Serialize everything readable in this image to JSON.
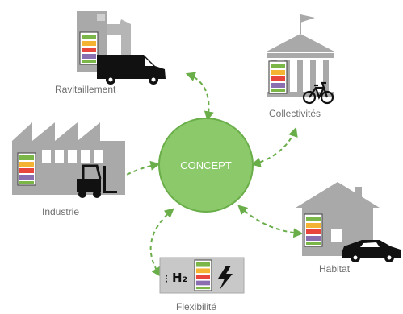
{
  "center": {
    "label": "CONCEPT",
    "fill": "#8cc96a",
    "stroke": "#6aae4a"
  },
  "nodes": {
    "ravitaillement": {
      "label": "Ravitaillement"
    },
    "collectivites": {
      "label": "Collectivités"
    },
    "industrie": {
      "label": "Industrie"
    },
    "habitat": {
      "label": "Habitat"
    },
    "flexibilite": {
      "label": "Flexibilité",
      "h2_symbol": "H₂"
    }
  },
  "colors": {
    "building_gray": "#a9a9a9",
    "connector_green": "#6aae4a",
    "vehicle_black": "#111111",
    "rack_stripes": [
      "#7ab648",
      "#f5b333",
      "#e8453c",
      "#8a6fb0"
    ]
  }
}
